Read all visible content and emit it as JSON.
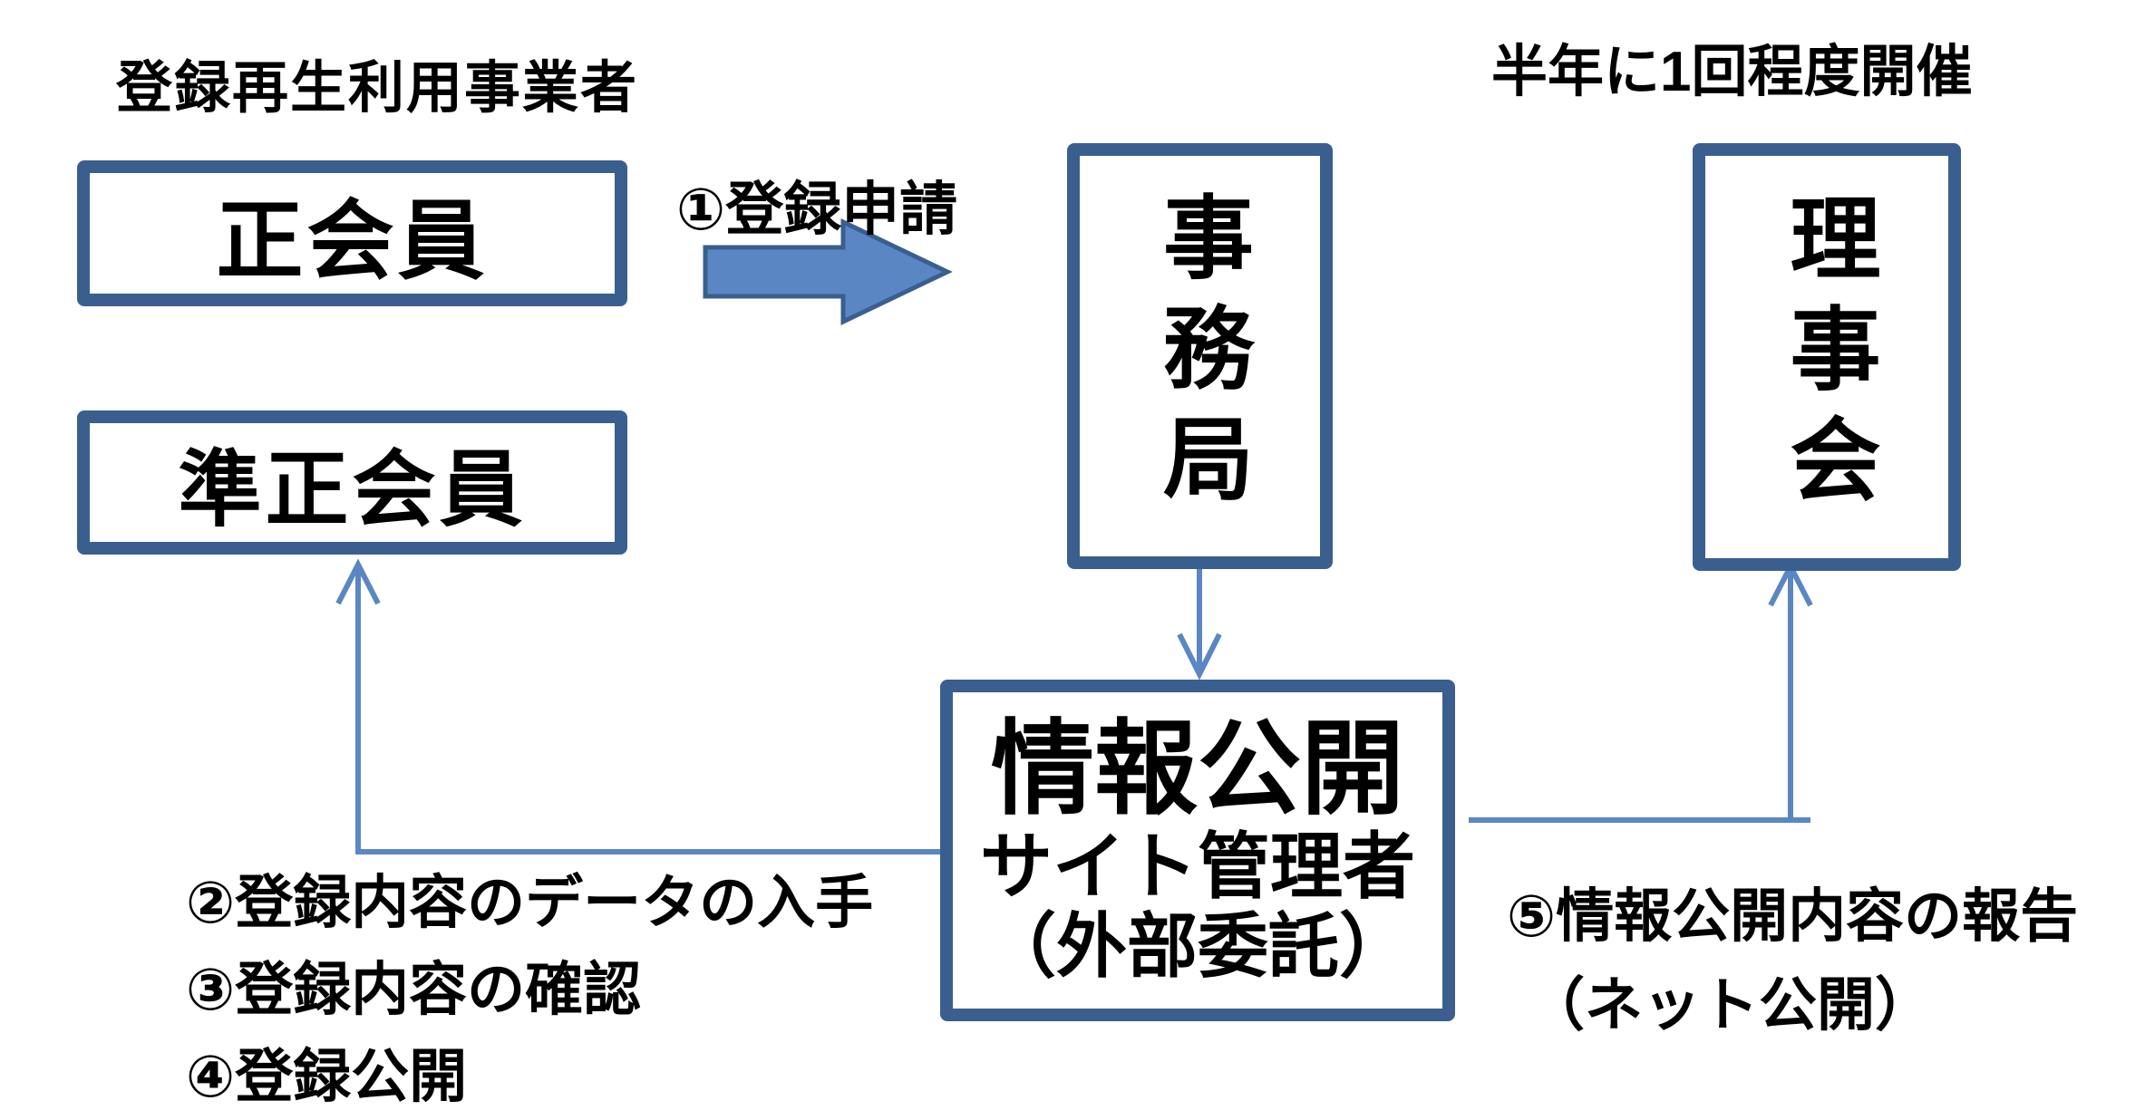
{
  "colors": {
    "background": "#FFFFFF",
    "box_border": "#3A5F8F",
    "connector_blue": "#5A87C3",
    "block_arrow_fill": "#5A87C3",
    "text": "#000000"
  },
  "labels": {
    "top_left": "登録再生利用事業者",
    "top_right": "半年に1回程度開催",
    "step1": "①登録申請",
    "steps_left": [
      "②登録内容のデータの入手",
      "③登録内容の確認",
      "④登録公開"
    ],
    "step5_line1": "⑤情報公開内容の報告",
    "step5_line2": "（ネット公開）"
  },
  "boxes": {
    "regular_member": "正会員",
    "semi_regular_member": "準正会員",
    "secretariat": "事務局",
    "board": "理事会",
    "site_admin": {
      "line1": "情報公開",
      "line2": "サイト管理者",
      "line3": "（外部委託）"
    }
  }
}
